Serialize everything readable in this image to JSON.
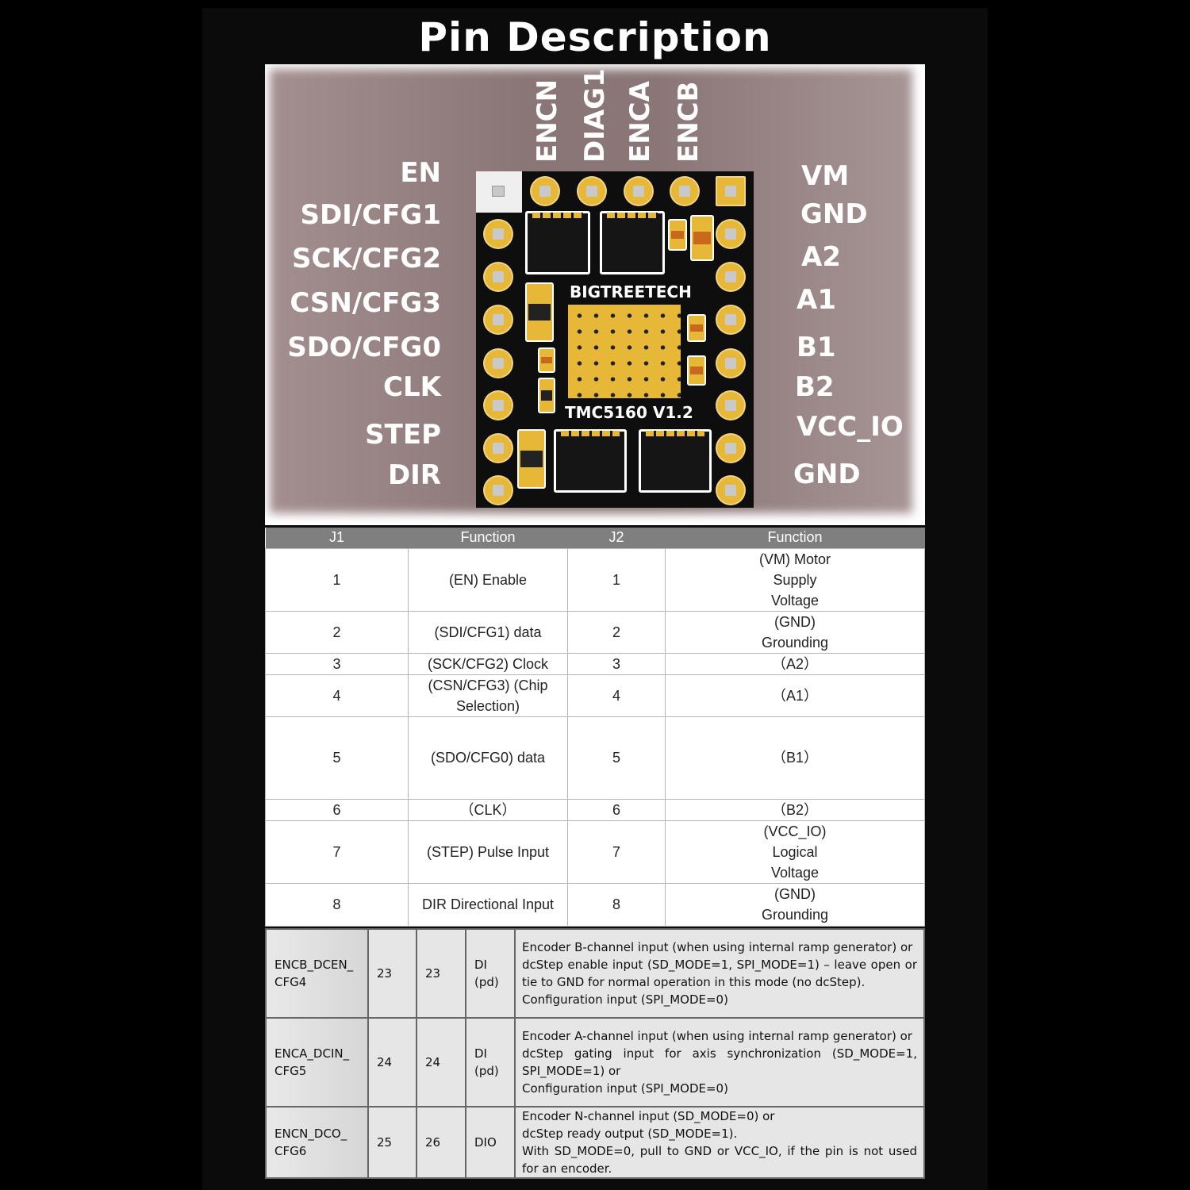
{
  "title": "Pin Description",
  "board": {
    "brand": "BIGTREETECH",
    "model": "TMC5160  V1.2",
    "left_pins": [
      "EN",
      "SDI/CFG1",
      "SCK/CFG2",
      "CSN/CFG3",
      "SDO/CFG0",
      "CLK",
      "STEP",
      "DIR"
    ],
    "right_pins": [
      "VM",
      "GND",
      "A2",
      "A1",
      "B1",
      "B2",
      "VCC_IO",
      "GND"
    ],
    "top_pins": [
      "ENCN",
      "DIAG1",
      "ENCA",
      "ENCB"
    ],
    "colors": {
      "pcb": "#0e0e0e",
      "pad": "#e7b838"
    }
  },
  "pin_table": {
    "headers": [
      "J1",
      "Function",
      "J2",
      "Function"
    ],
    "rows": [
      [
        "1",
        "(EN) Enable",
        "1",
        "(VM) Motor Supply Voltage"
      ],
      [
        "2",
        "(SDI/CFG1) data",
        "2",
        "(GND) Grounding"
      ],
      [
        "3",
        "(SCK/CFG2) Clock",
        "3",
        "（A2）"
      ],
      [
        "4",
        "(CSN/CFG3) (Chip Selection)",
        "4",
        "（A1）"
      ],
      [
        "5",
        "(SDO/CFG0) data",
        "5",
        "（B1）"
      ],
      [
        "6",
        "（CLK）",
        "6",
        "（B2）"
      ],
      [
        "7",
        "(STEP) Pulse Input",
        "7",
        "(VCC_IO) Logical Voltage"
      ],
      [
        "8",
        "DIR Directional Input",
        "8",
        "(GND) Grounding"
      ]
    ]
  },
  "encoder_table": {
    "rows": [
      {
        "name": "ENCB_DCEN_ CFG4",
        "a": "23",
        "b": "23",
        "type": "DI (pd)",
        "lines": [
          "Encoder B-channel input (when using internal ramp generator) or",
          "dcStep enable input (SD_MODE=1, SPI_MODE=1) – leave open or tie to GND for normal operation in this mode (no dcStep).",
          "Configuration input (SPI_MODE=0)"
        ]
      },
      {
        "name": "ENCA_DCIN_ CFG5",
        "a": "24",
        "b": "24",
        "type": "DI (pd)",
        "lines": [
          "Encoder A-channel input (when using internal ramp generator) or",
          "dcStep gating input for axis synchronization (SD_MODE=1, SPI_MODE=1) or",
          "Configuration input (SPI_MODE=0)"
        ]
      },
      {
        "name": "ENCN_DCO_ CFG6",
        "a": "25",
        "b": "26",
        "type": "DIO",
        "lines": [
          "Encoder N-channel input (SD_MODE=0) or",
          "dcStep ready output (SD_MODE=1).",
          "With SD_MODE=0, pull to GND or VCC_IO, if the pin is not used for an encoder."
        ]
      }
    ]
  }
}
